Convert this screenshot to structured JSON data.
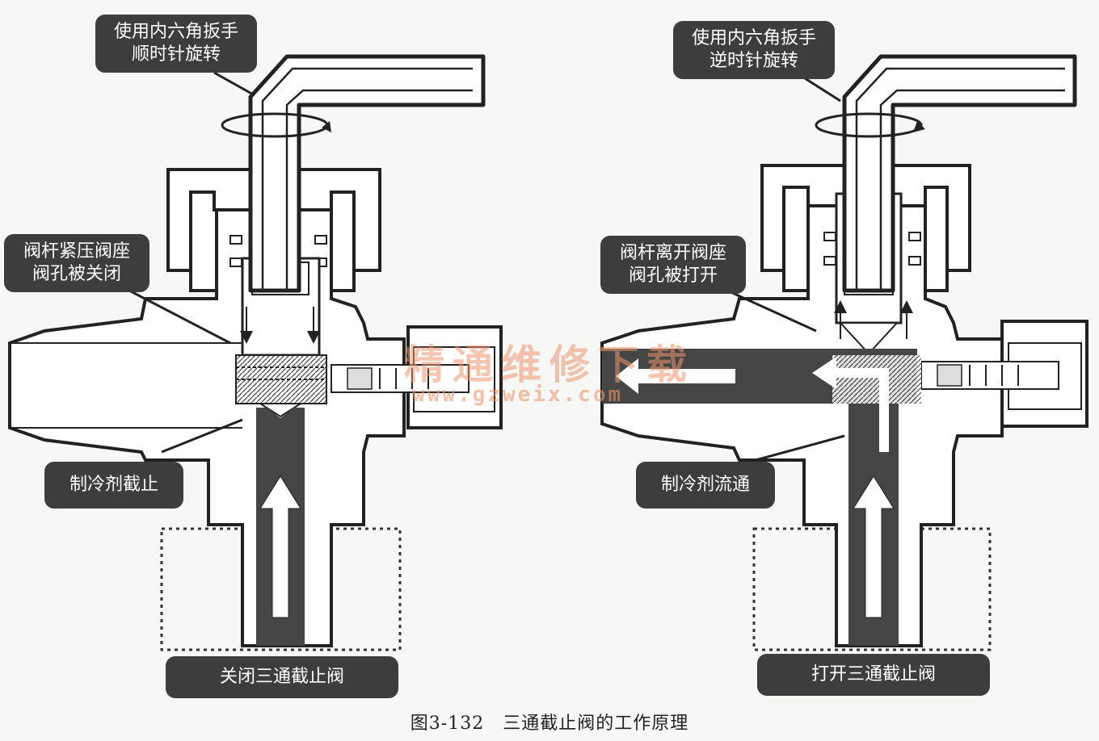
{
  "left": {
    "top_label": [
      "使用内六角扳手",
      "顺时针旋转"
    ],
    "mid_label": [
      "阀杆紧压阀座",
      "阀孔被关闭"
    ],
    "low_label": "制冷剂截止",
    "bottom_label": "关闭三通截止阀"
  },
  "right": {
    "top_label": [
      "使用内六角扳手",
      "逆时针旋转"
    ],
    "mid_label": [
      "阀杆离开阀座",
      "阀孔被打开"
    ],
    "low_label": "制冷剂流通",
    "bottom_label": "打开三通截止阀"
  },
  "watermark": {
    "name": "精通维修下载",
    "url": "www.gzweix.com"
  },
  "caption": "图3-132　三通截止阀的工作原理",
  "colors": {
    "label_bg": "#3d3d3d",
    "refrigerant": "#454545",
    "line": "#222222",
    "watermark": "#ec966e"
  }
}
